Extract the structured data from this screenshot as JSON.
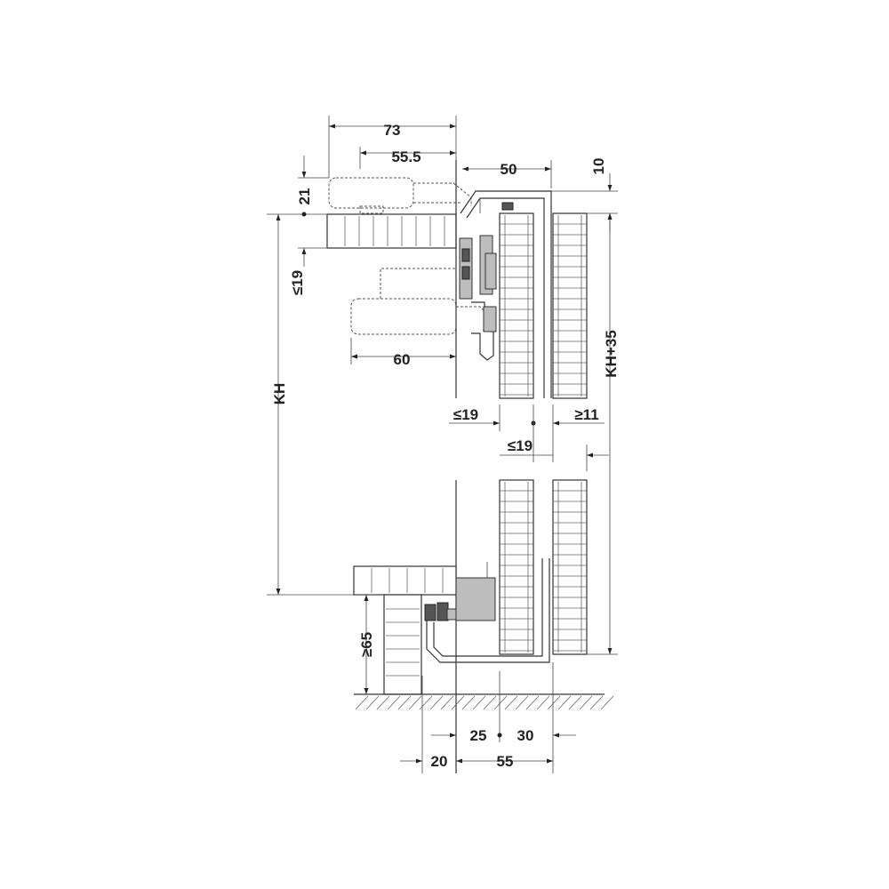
{
  "dimensions": {
    "d73": "73",
    "d55_5": "55.5",
    "d50": "50",
    "d10": "10",
    "d21": "21",
    "d19_left": "≤19",
    "d60": "60",
    "kh": "KH",
    "kh35": "KH+35",
    "d19_mid": "≤19",
    "d11": "≥11",
    "d19_center": "≤19",
    "d65": "≥65",
    "d25": "25",
    "d30": "30",
    "d20": "20",
    "d55": "55"
  },
  "colors": {
    "line": "#333333",
    "part_fill": "#bdbdbd",
    "dark_part": "#555555"
  }
}
